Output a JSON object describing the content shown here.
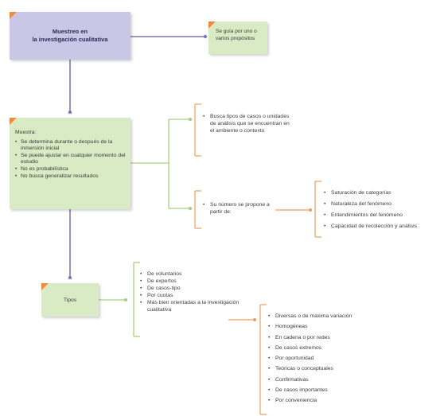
{
  "root": {
    "line1": "Muestreo en",
    "line2": "la investigación cualitativa"
  },
  "guide": {
    "text": "Se guía por uno o varios propósitos"
  },
  "muestra": {
    "title": "Muestra:",
    "items": [
      "Se determina durante o después de la inmersión inicial",
      "Se puede ajustar en cualquier momento del estudio",
      "No es probabilística",
      "No busca generalizar resultados"
    ]
  },
  "busca": {
    "text": "Busca tipos de casos o unidades de análisis que se encuentran en el ambiente o contexto"
  },
  "numero": {
    "text": "Su número se propone a partir de:"
  },
  "factores": [
    "Saturación de categorías",
    "Naturaleza del fenómeno",
    "Entendimientos del fenómeno",
    "Capacidad de recolección y análisis"
  ],
  "tipos": {
    "label": "Tipos",
    "items": [
      "De voluntarios",
      "De expertos",
      "De casos-tipo",
      "Por cuotas",
      "Más bien orientadas a la investigación cualitativa"
    ]
  },
  "orientadas": [
    "Diversas o de máxima variación",
    "Homogéneas",
    "En cadena o por redes",
    "De casos extremos",
    "Por oportunidad",
    "Teóricas o conceptuales",
    "Confirmativas",
    "De casos importantes",
    "Por conveniencia"
  ],
  "colors": {
    "root_fill": "#c9c6e6",
    "node_fill": "#d8ebc4",
    "connector_purple": "#7f78b6",
    "connector_green": "#a6d07e",
    "connector_orange": "#ef9c5d",
    "corner_accent": "#ef8b3a"
  }
}
